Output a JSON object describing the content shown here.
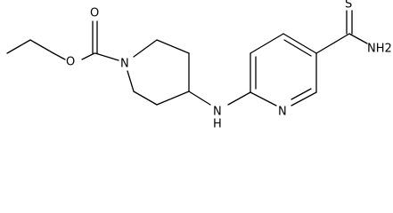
{
  "atoms": {
    "o_carbonyl": "O",
    "o_ester": "O",
    "n_piperidine": "N",
    "n_amine": "N",
    "h_amine": "H",
    "n_pyridine": "N",
    "s_thio": "S",
    "nh2": "NH2"
  },
  "colors": {
    "ink": "#000000",
    "background": "#ffffff"
  }
}
